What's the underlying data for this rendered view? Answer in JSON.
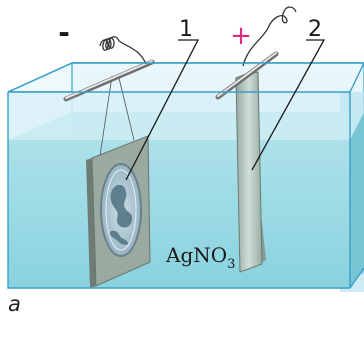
{
  "figure": {
    "cathode_sign": "-",
    "anode_sign": "+",
    "callout_1": "1",
    "callout_2": "2",
    "solution_label": {
      "main": "AgNO",
      "subscript": "3"
    },
    "caption": "a"
  },
  "colors": {
    "tank_outline": "#3a9fc7",
    "glass_light": "#dff2f9",
    "glass_mid": "#bfe6f2",
    "solution": "#8fd6e0",
    "solution_dark": "#6cc2d0",
    "cathode_plate": "#8f9f96",
    "anode_plate": "#a8bcb4",
    "plus_sign": "#e0297a"
  }
}
